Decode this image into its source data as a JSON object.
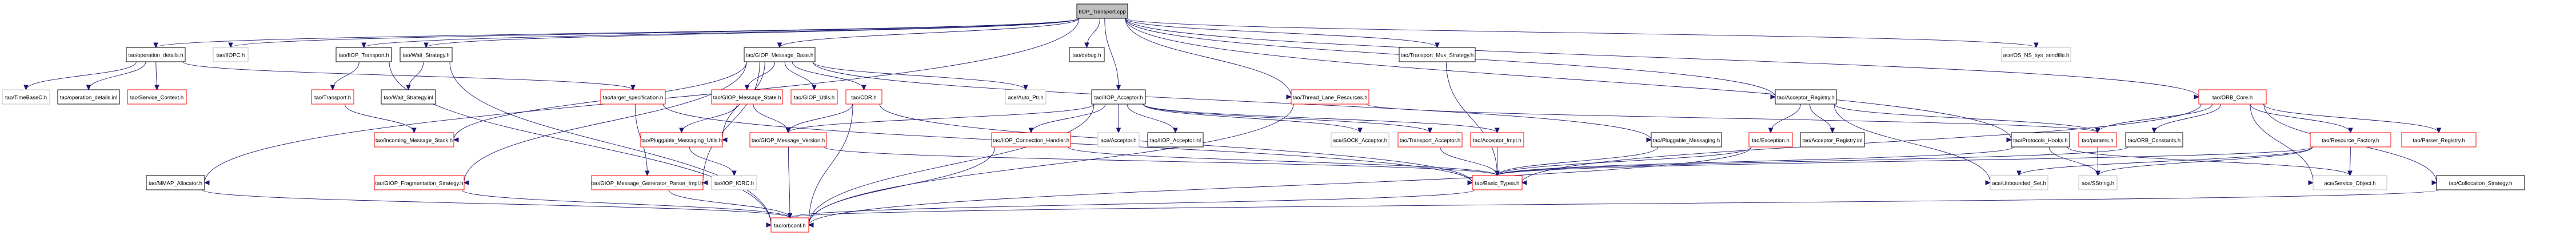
{
  "title": "IIOP_Transport.cpp include dependency graph",
  "colors": {
    "edge": "#191970",
    "root_fill": "#bfbfbf",
    "documented_border": "#000000",
    "truncated_border": "#ff0000",
    "external_border": "#bfbfbf"
  },
  "nodes": [
    {
      "id": "root",
      "label": "IIOP_Transport.cpp",
      "kind": "root"
    },
    {
      "id": "operation_details_h",
      "label": "tao/operation_details.h",
      "kind": "documented"
    },
    {
      "id": "iiopc_h",
      "label": "tao/IIOPC.h",
      "kind": "external"
    },
    {
      "id": "iiop_transport_h",
      "label": "tao/IIOP_Transport.h",
      "kind": "documented"
    },
    {
      "id": "wait_strategy_h",
      "label": "tao/Wait_Strategy.h",
      "kind": "documented"
    },
    {
      "id": "giop_message_base_h",
      "label": "tao/GIOP_Message_Base.h",
      "kind": "documented"
    },
    {
      "id": "debug_h",
      "label": "tao/debug.h",
      "kind": "documented"
    },
    {
      "id": "transport_mux_strategy_h",
      "label": "tao/Transport_Mux_Strategy.h",
      "kind": "documented"
    },
    {
      "id": "os_ns_sys_sendfile_h",
      "label": "ace/OS_NS_sys_sendfile.h",
      "kind": "external"
    },
    {
      "id": "timebasec_h",
      "label": "tao/TimeBaseC.h",
      "kind": "external"
    },
    {
      "id": "operation_details_inl",
      "label": "tao/operation_details.inl",
      "kind": "documented"
    },
    {
      "id": "service_context_h",
      "label": "tao/Service_Context.h",
      "kind": "truncated"
    },
    {
      "id": "transport_h",
      "label": "tao/Transport.h",
      "kind": "truncated"
    },
    {
      "id": "wait_strategy_inl",
      "label": "tao/Wait_Strategy.inl",
      "kind": "documented"
    },
    {
      "id": "target_specification_h",
      "label": "tao/target_specification.h",
      "kind": "truncated"
    },
    {
      "id": "giop_message_state_h",
      "label": "tao/GIOP_Message_State.h",
      "kind": "truncated"
    },
    {
      "id": "giop_utils_h",
      "label": "tao/GIOP_Utils.h",
      "kind": "truncated"
    },
    {
      "id": "cdr_h",
      "label": "tao/CDR.h",
      "kind": "truncated"
    },
    {
      "id": "auto_ptr_h",
      "label": "ace/Auto_Ptr.h",
      "kind": "external"
    },
    {
      "id": "iiop_acceptor_h",
      "label": "tao/IIOP_Acceptor.h",
      "kind": "documented"
    },
    {
      "id": "thread_lane_resources_h",
      "label": "tao/Thread_Lane_Resources.h",
      "kind": "truncated"
    },
    {
      "id": "acceptor_registry_h",
      "label": "tao/Acceptor_Registry.h",
      "kind": "documented"
    },
    {
      "id": "orb_core_h",
      "label": "tao/ORB_Core.h",
      "kind": "truncated"
    },
    {
      "id": "incoming_message_stack_h",
      "label": "tao/Incoming_Message_Stack.h",
      "kind": "truncated"
    },
    {
      "id": "pluggable_messaging_utils_h",
      "label": "tao/Pluggable_Messaging_Utils.h",
      "kind": "truncated"
    },
    {
      "id": "giop_message_version_h",
      "label": "tao/GIOP_Message_Version.h",
      "kind": "truncated"
    },
    {
      "id": "iiop_connection_handler_h",
      "label": "tao/IIOP_Connection_Handler.h",
      "kind": "truncated"
    },
    {
      "id": "ace_acceptor_h",
      "label": "ace/Acceptor.h",
      "kind": "external"
    },
    {
      "id": "iiop_acceptor_inl",
      "label": "tao/IIOP_Acceptor.inl",
      "kind": "documented"
    },
    {
      "id": "sock_acceptor_h",
      "label": "ace/SOCK_Acceptor.h",
      "kind": "external"
    },
    {
      "id": "transport_acceptor_h",
      "label": "tao/Transport_Acceptor.h",
      "kind": "truncated"
    },
    {
      "id": "acceptor_impl_h",
      "label": "tao/Acceptor_Impl.h",
      "kind": "truncated"
    },
    {
      "id": "pluggable_messaging_h",
      "label": "tao/Pluggable_Messaging.h",
      "kind": "documented"
    },
    {
      "id": "exception_h",
      "label": "tao/Exception.h",
      "kind": "truncated"
    },
    {
      "id": "acceptor_registry_inl",
      "label": "tao/Acceptor_Registry.inl",
      "kind": "documented"
    },
    {
      "id": "protocols_hooks_h",
      "label": "tao/Protocols_Hooks.h",
      "kind": "documented"
    },
    {
      "id": "params_h",
      "label": "tao/params.h",
      "kind": "truncated"
    },
    {
      "id": "orb_constants_h",
      "label": "tao/ORB_Constants.h",
      "kind": "documented"
    },
    {
      "id": "resource_factory_h",
      "label": "tao/Resource_Factory.h",
      "kind": "truncated"
    },
    {
      "id": "parser_registry_h",
      "label": "tao/Parser_Registry.h",
      "kind": "truncated"
    },
    {
      "id": "mmap_allocator_h",
      "label": "tao/MMAP_Allocator.h",
      "kind": "documented"
    },
    {
      "id": "giop_fragmentation_strategy_h",
      "label": "tao/GIOP_Fragmentation_Strategy.h",
      "kind": "truncated"
    },
    {
      "id": "giop_message_generator_parser_impl_h",
      "label": "tao/GIOP_Message_Generator_Parser_Impl.h",
      "kind": "truncated"
    },
    {
      "id": "iop_iorc_h",
      "label": "tao/IOP_IORC.h",
      "kind": "external"
    },
    {
      "id": "basic_types_h",
      "label": "tao/Basic_Types.h",
      "kind": "truncated"
    },
    {
      "id": "unbounded_set_h",
      "label": "ace/Unbounded_Set.h",
      "kind": "external"
    },
    {
      "id": "sstring_h",
      "label": "ace/SString.h",
      "kind": "external"
    },
    {
      "id": "service_object_h",
      "label": "ace/Service_Object.h",
      "kind": "external"
    },
    {
      "id": "collocation_strategy_h",
      "label": "tao/Collocation_Strategy.h",
      "kind": "documented"
    },
    {
      "id": "orbconf_h",
      "label": "tao/orbconf.h",
      "kind": "truncated"
    }
  ],
  "edges": [
    [
      "root",
      "operation_details_h"
    ],
    [
      "root",
      "iiopc_h"
    ],
    [
      "root",
      "iiop_transport_h"
    ],
    [
      "root",
      "wait_strategy_h"
    ],
    [
      "root",
      "giop_message_base_h"
    ],
    [
      "root",
      "debug_h"
    ],
    [
      "root",
      "iiop_acceptor_h"
    ],
    [
      "root",
      "thread_lane_resources_h"
    ],
    [
      "root",
      "transport_mux_strategy_h"
    ],
    [
      "root",
      "acceptor_registry_h"
    ],
    [
      "root",
      "os_ns_sys_sendfile_h"
    ],
    [
      "root",
      "orb_core_h"
    ],
    [
      "root",
      "mmap_allocator_h"
    ],
    [
      "root",
      "protocols_hooks_h"
    ],
    [
      "operation_details_h",
      "timebasec_h"
    ],
    [
      "operation_details_h",
      "operation_details_inl"
    ],
    [
      "operation_details_h",
      "service_context_h"
    ],
    [
      "operation_details_h",
      "target_specification_h"
    ],
    [
      "iiop_transport_h",
      "transport_h"
    ],
    [
      "iiop_transport_h",
      "orbconf_h"
    ],
    [
      "wait_strategy_h",
      "wait_strategy_inl"
    ],
    [
      "wait_strategy_h",
      "orbconf_h"
    ],
    [
      "transport_h",
      "incoming_message_stack_h"
    ],
    [
      "giop_message_base_h",
      "giop_message_state_h"
    ],
    [
      "giop_message_base_h",
      "giop_utils_h"
    ],
    [
      "giop_message_base_h",
      "cdr_h"
    ],
    [
      "giop_message_base_h",
      "auto_ptr_h"
    ],
    [
      "giop_message_base_h",
      "incoming_message_stack_h"
    ],
    [
      "giop_message_base_h",
      "pluggable_messaging_utils_h"
    ],
    [
      "giop_message_base_h",
      "giop_fragmentation_strategy_h"
    ],
    [
      "giop_message_base_h",
      "giop_message_generator_parser_impl_h"
    ],
    [
      "giop_message_base_h",
      "pluggable_messaging_h"
    ],
    [
      "target_specification_h",
      "giop_message_generator_parser_impl_h"
    ],
    [
      "target_specification_h",
      "basic_types_h"
    ],
    [
      "giop_message_state_h",
      "pluggable_messaging_utils_h"
    ],
    [
      "giop_message_state_h",
      "giop_message_version_h"
    ],
    [
      "cdr_h",
      "giop_message_version_h"
    ],
    [
      "cdr_h",
      "orbconf_h"
    ],
    [
      "cdr_h",
      "basic_types_h"
    ],
    [
      "pluggable_messaging_utils_h",
      "iop_iorc_h"
    ],
    [
      "giop_message_version_h",
      "orbconf_h"
    ],
    [
      "giop_message_version_h",
      "basic_types_h"
    ],
    [
      "iiop_acceptor_h",
      "iiop_connection_handler_h"
    ],
    [
      "iiop_acceptor_h",
      "ace_acceptor_h"
    ],
    [
      "iiop_acceptor_h",
      "iiop_acceptor_inl"
    ],
    [
      "iiop_acceptor_h",
      "sock_acceptor_h"
    ],
    [
      "iiop_acceptor_h",
      "transport_acceptor_h"
    ],
    [
      "iiop_acceptor_h",
      "acceptor_impl_h"
    ],
    [
      "iiop_acceptor_h",
      "giop_message_version_h"
    ],
    [
      "iiop_acceptor_h",
      "orbconf_h"
    ],
    [
      "iiop_connection_handler_h",
      "orbconf_h"
    ],
    [
      "iiop_connection_handler_h",
      "basic_types_h"
    ],
    [
      "thread_lane_resources_h",
      "orbconf_h"
    ],
    [
      "thread_lane_resources_h",
      "params_h"
    ],
    [
      "transport_mux_strategy_h",
      "basic_types_h"
    ],
    [
      "transport_acceptor_h",
      "basic_types_h"
    ],
    [
      "acceptor_impl_h",
      "basic_types_h"
    ],
    [
      "pluggable_messaging_h",
      "basic_types_h"
    ],
    [
      "acceptor_registry_h",
      "exception_h"
    ],
    [
      "acceptor_registry_h",
      "acceptor_registry_inl"
    ],
    [
      "acceptor_registry_h",
      "unbounded_set_h"
    ],
    [
      "acceptor_registry_h",
      "params_h"
    ],
    [
      "exception_h",
      "orbconf_h"
    ],
    [
      "exception_h",
      "basic_types_h"
    ],
    [
      "protocols_hooks_h",
      "sstring_h"
    ],
    [
      "protocols_hooks_h",
      "service_object_h"
    ],
    [
      "protocols_hooks_h",
      "basic_types_h"
    ],
    [
      "params_h",
      "sstring_h"
    ],
    [
      "orb_constants_h",
      "basic_types_h"
    ],
    [
      "orb_core_h",
      "params_h"
    ],
    [
      "orb_core_h",
      "orb_constants_h"
    ],
    [
      "orb_core_h",
      "resource_factory_h"
    ],
    [
      "orb_core_h",
      "parser_registry_h"
    ],
    [
      "orb_core_h",
      "service_object_h"
    ],
    [
      "orb_core_h",
      "collocation_strategy_h"
    ],
    [
      "orb_core_h",
      "basic_types_h"
    ],
    [
      "resource_factory_h",
      "service_object_h"
    ],
    [
      "resource_factory_h",
      "sstring_h"
    ],
    [
      "resource_factory_h",
      "unbounded_set_h"
    ],
    [
      "resource_factory_h",
      "basic_types_h"
    ],
    [
      "mmap_allocator_h",
      "orbconf_h"
    ],
    [
      "giop_fragmentation_strategy_h",
      "orbconf_h"
    ],
    [
      "giop_message_generator_parser_impl_h",
      "orbconf_h"
    ],
    [
      "collocation_strategy_h",
      "orbconf_h"
    ],
    [
      "basic_types_h",
      "orbconf_h"
    ]
  ]
}
